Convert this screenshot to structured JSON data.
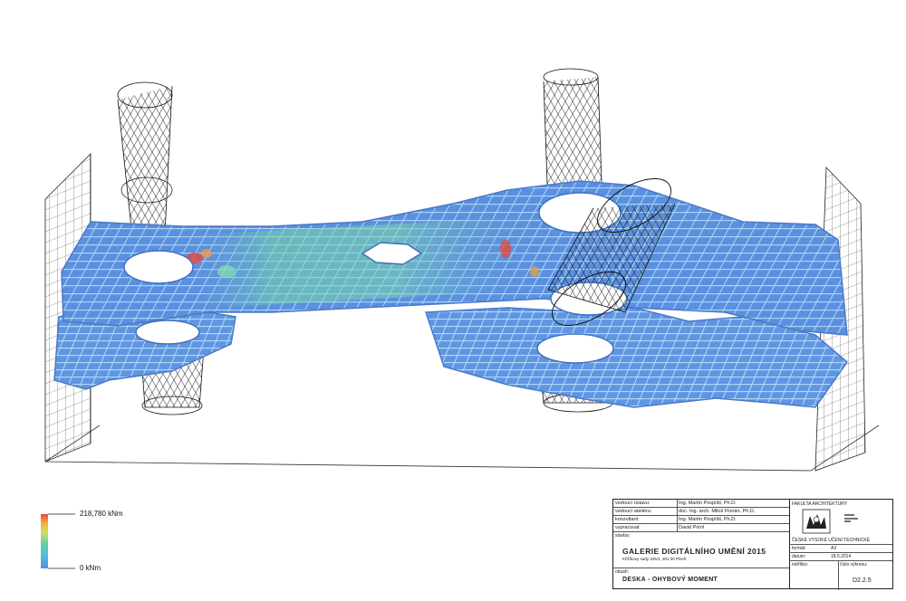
{
  "legend": {
    "max_label": "218,780 kNm",
    "min_label": "0 kNm"
  },
  "title_block": {
    "rows": [
      {
        "key": "vedoucí ústavu:",
        "value": "Ing. Martin Pospíšil, Ph.D."
      },
      {
        "key": "vedoucí ateliéru:",
        "value": "doc. Ing. arch. Miloš Florián, Ph.D."
      },
      {
        "key": "konzultant:",
        "value": "Ing. Martin Pospíšil, Ph.D."
      },
      {
        "key": "vypracoval:",
        "value": "David Priml"
      }
    ],
    "stavba_label": "stavba:",
    "project_title": "GALERIE DIGITÁLNÍHO UMĚNÍ 2015",
    "address": "Křižíkovy sady 325/1, 301 00 Plzeň",
    "obsah_label": "obsah:",
    "subject": "DESKA - OHYBOVÝ MOMENT",
    "faculty": "FAKULTA ARCHITEKTURY",
    "university": "ČESKÉ VYSOKÉ UČENÍ TECHNICKÉ",
    "format_label": "formát:",
    "format_value": "A3",
    "date_label": "datum:",
    "date_value": "18.5.2014",
    "scale_label": "měřítko:",
    "drawing_no_label": "číslo výkresu:",
    "drawing_no_value": "D2.2.5"
  },
  "colors": {
    "slab_base": "#5b8fe0",
    "slab_rib": "#9ecdf0",
    "high_moment": "#e8463a",
    "mid_moment": "#6fd39a"
  }
}
